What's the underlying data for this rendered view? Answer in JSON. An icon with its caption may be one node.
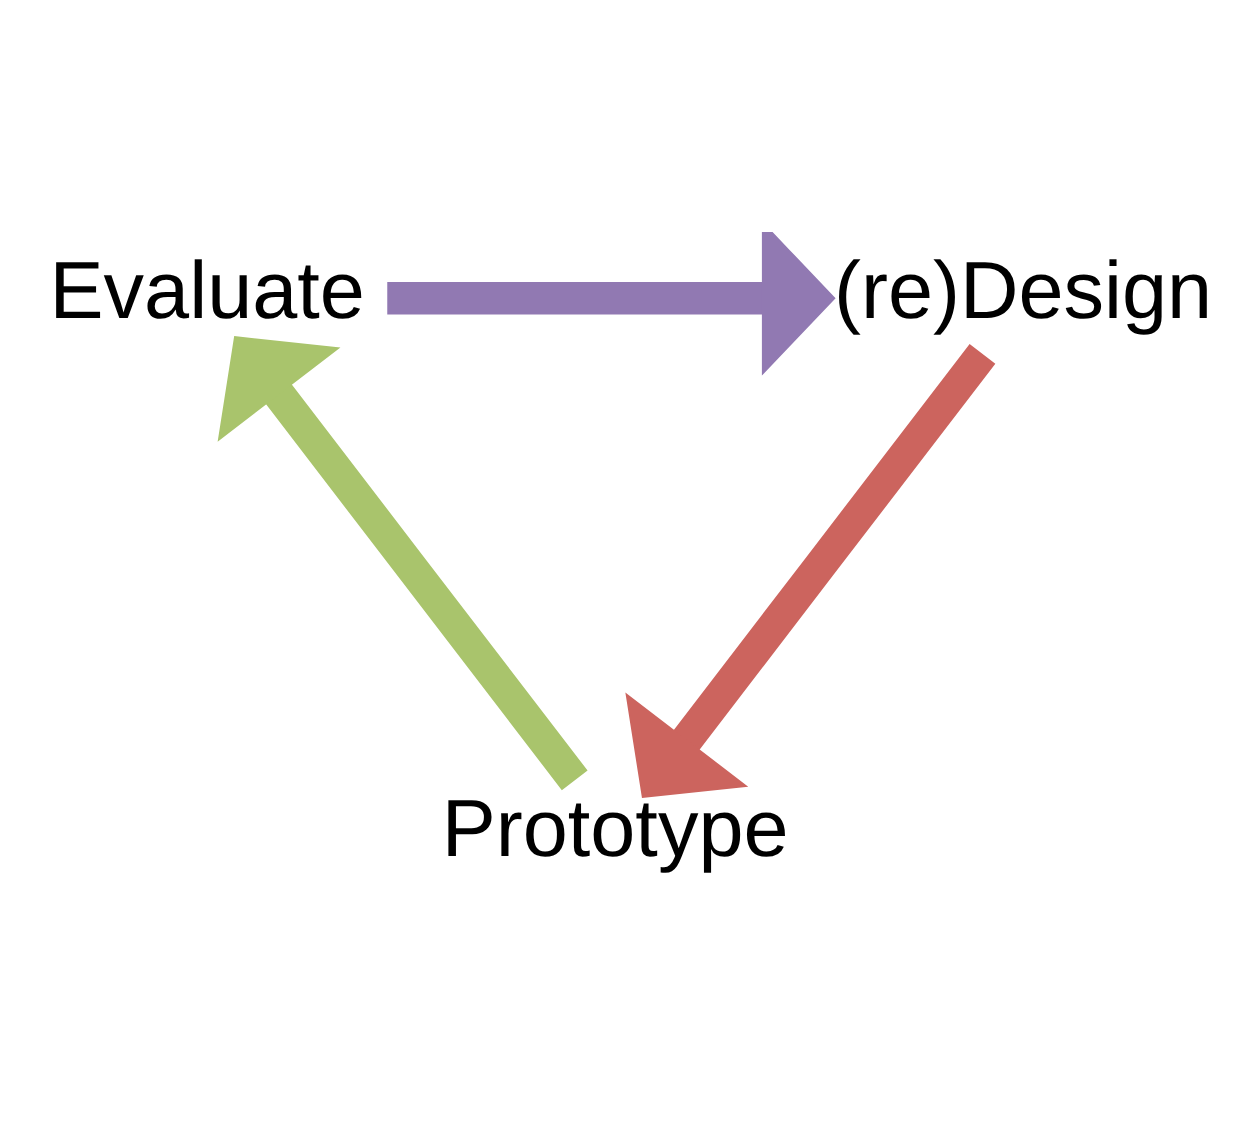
{
  "diagram": {
    "nodes": [
      {
        "text": [
          "Evaluate"
        ]
      },
      {
        "text": [
          "(re)Design"
        ]
      },
      {
        "text": [
          "Prototype"
        ]
      }
    ],
    "edges": [
      {
        "from": 0,
        "to": 1,
        "arrow": "to",
        "color": "#9179b2"
      },
      {
        "from": 1,
        "to": 2,
        "arrow": "to",
        "color": "#cc645e"
      },
      {
        "from": 2,
        "to": 0,
        "arrow": "to",
        "color": "#a9c46c"
      }
    ]
  }
}
